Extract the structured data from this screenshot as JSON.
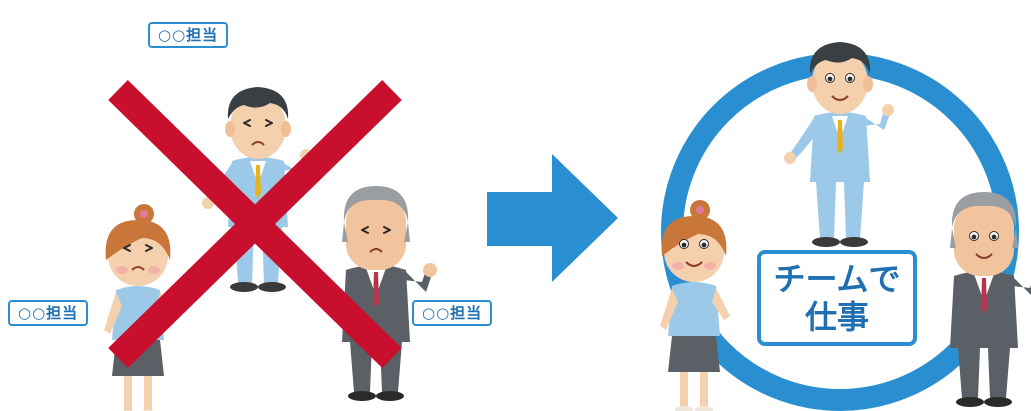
{
  "before": {
    "role_tags": [
      "○○担当",
      "○○担当",
      "○○担当"
    ],
    "cross_color": "#c8102e"
  },
  "after": {
    "team_label": {
      "line1": "チームで",
      "line2": "仕事"
    },
    "ring_color": "#2a8fd0"
  },
  "arrow": {
    "icon": "right-arrow-icon",
    "color": "#2a8fd0"
  },
  "colors": {
    "accent_blue": "#2a8fd0",
    "tag_text": "#1f6fb2",
    "suit_blue": "#9cc9e8",
    "suit_gray": "#5b5f66",
    "hair_dark": "#3a3f44",
    "hair_brown": "#c8763a",
    "skin": "#f5d0ad"
  }
}
